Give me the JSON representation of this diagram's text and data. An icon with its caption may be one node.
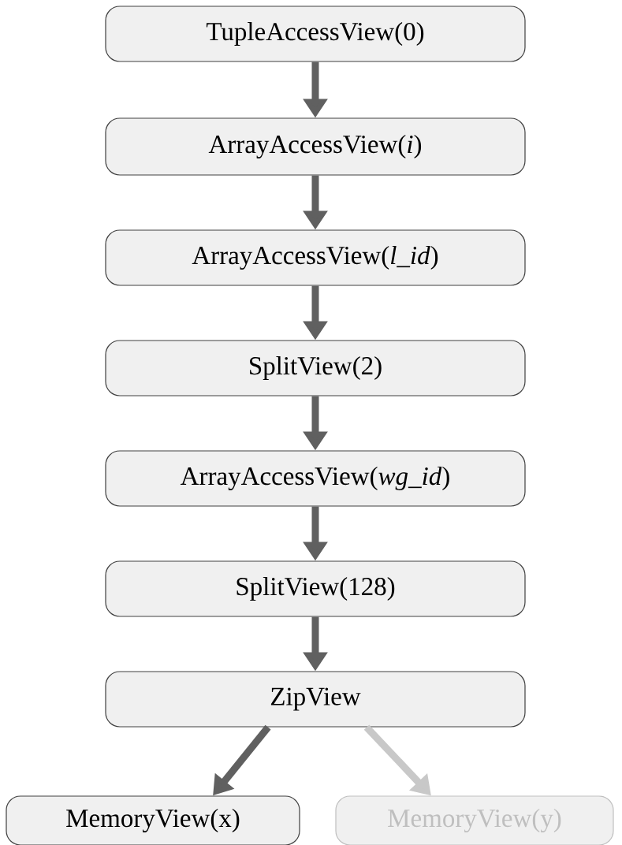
{
  "diagram": {
    "nodes": [
      {
        "text": [
          "TupleAccessView(0)"
        ]
      },
      {
        "text": [
          "ArrayAccessView(*i*)"
        ]
      },
      {
        "text": [
          "ArrayAccessView(*l_id*)"
        ]
      },
      {
        "text": [
          "SplitView(2)"
        ]
      },
      {
        "text": [
          "ArrayAccessView(*wg_id*)"
        ]
      },
      {
        "text": [
          "SplitView(128)"
        ]
      },
      {
        "text": [
          "ZipView"
        ]
      },
      {
        "text": [
          "MemoryView(x)"
        ]
      },
      {
        "text": [
          "MemoryView(y)"
        ]
      }
    ],
    "edges": [
      {
        "from": 0,
        "to": 1,
        "arrow": "to"
      },
      {
        "from": 1,
        "to": 2,
        "arrow": "to"
      },
      {
        "from": 2,
        "to": 3,
        "arrow": "to"
      },
      {
        "from": 3,
        "to": 4,
        "arrow": "to"
      },
      {
        "from": 4,
        "to": 5,
        "arrow": "to"
      },
      {
        "from": 5,
        "to": 6,
        "arrow": "to"
      },
      {
        "from": 6,
        "to": 7,
        "arrow": "to"
      },
      {
        "from": 6,
        "to": 8,
        "arrow": "to",
        "color": "#c8c8c8"
      }
    ]
  }
}
